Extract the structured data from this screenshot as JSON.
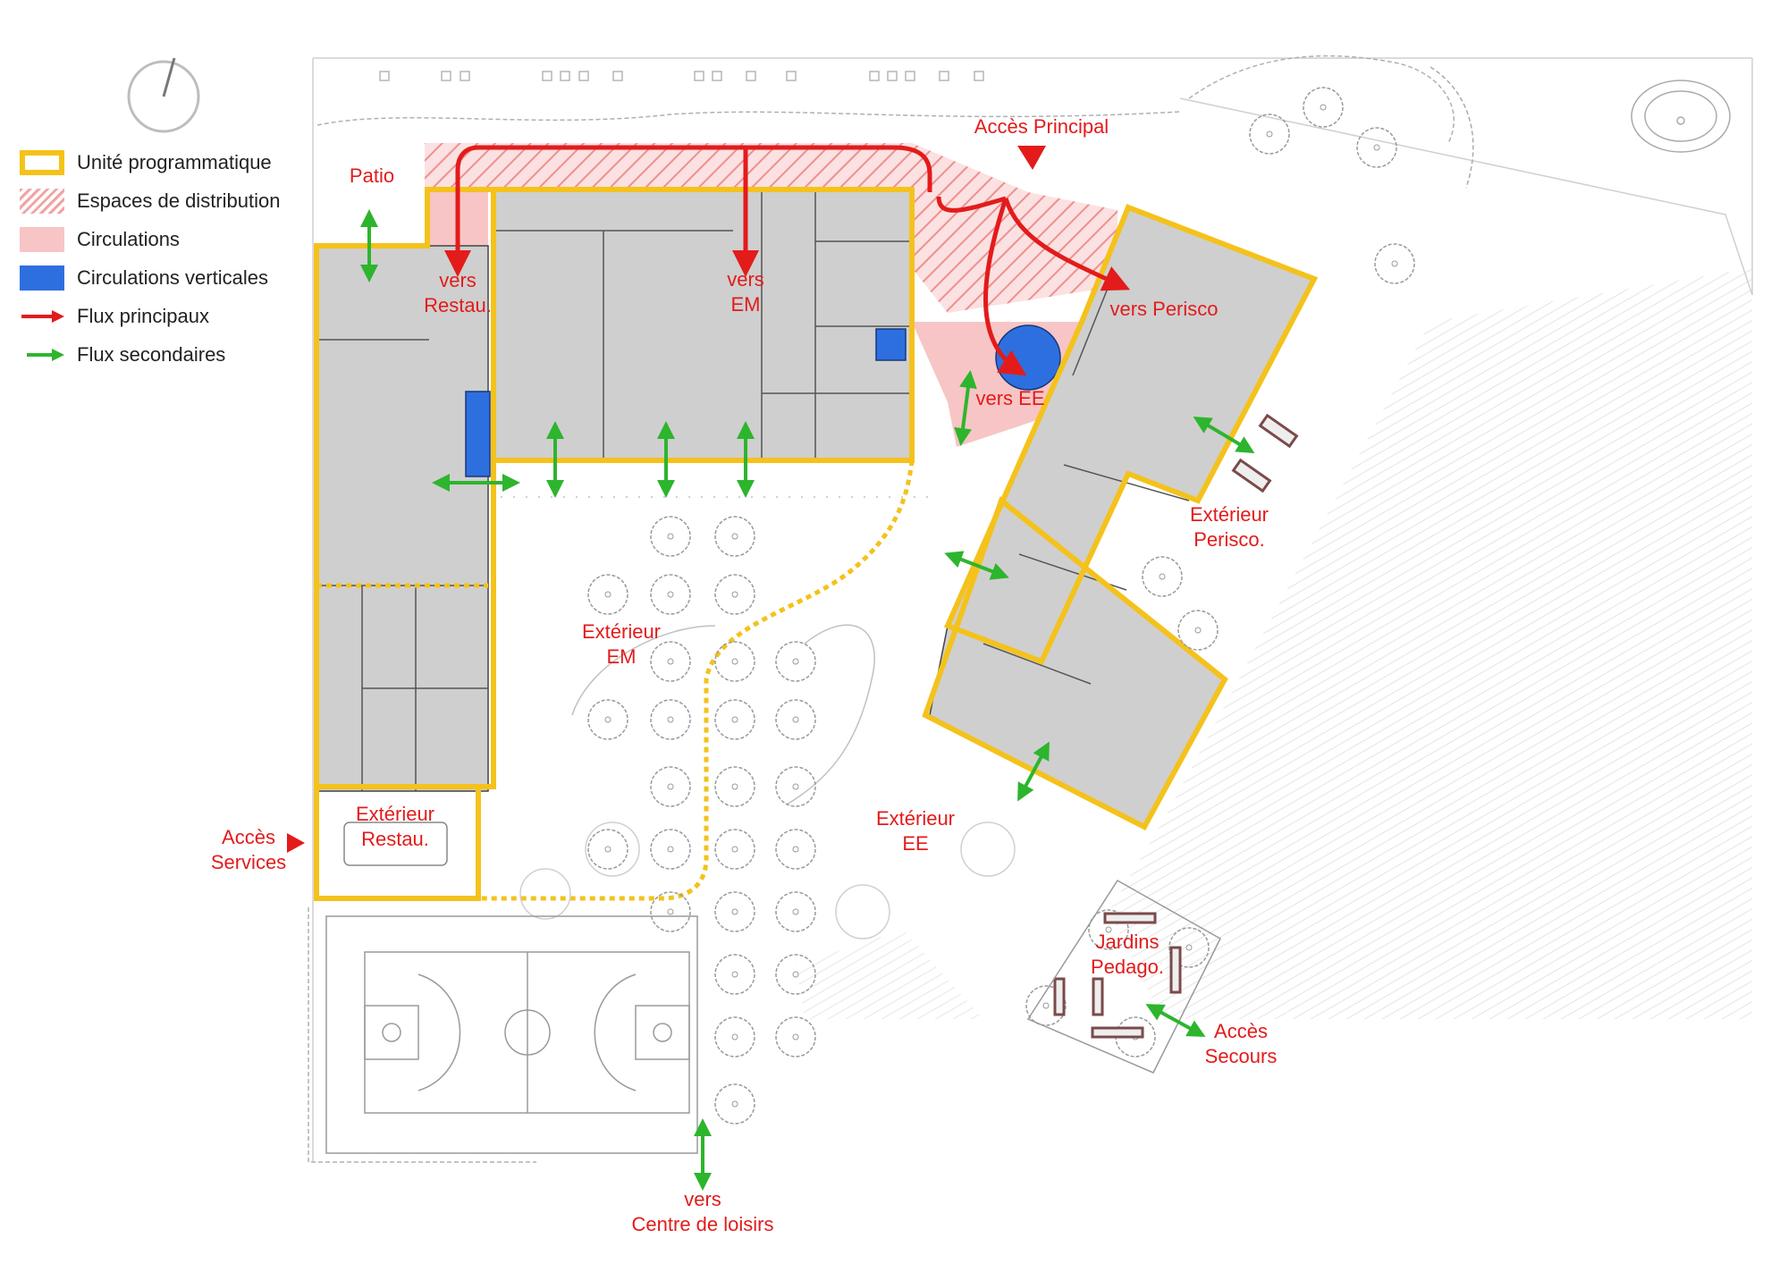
{
  "legend": {
    "items": [
      {
        "label": "Unité programmatique",
        "icon": "yellow-outline-swatch"
      },
      {
        "label": "Espaces de distribution",
        "icon": "red-hatch-swatch"
      },
      {
        "label": "Circulations",
        "icon": "pink-fill-swatch"
      },
      {
        "label": "Circulations verticales",
        "icon": "blue-fill-swatch"
      },
      {
        "label": "Flux principaux",
        "icon": "red-arrow"
      },
      {
        "label": "Flux secondaires",
        "icon": "green-double-arrow"
      }
    ]
  },
  "labels": {
    "acces_principal": "Accès Principal",
    "patio": "Patio",
    "vers_restau_1": "vers",
    "vers_restau_2": "Restau.",
    "vers_em_1": "vers",
    "vers_em_2": "EM",
    "vers_perisco": "vers Perisco",
    "vers_ee": "vers EE",
    "exterieur_perisco_1": "Extérieur",
    "exterieur_perisco_2": "Perisco.",
    "exterieur_em_1": "Extérieur",
    "exterieur_em_2": "EM",
    "exterieur_ee_1": "Extérieur",
    "exterieur_ee_2": "EE",
    "exterieur_restau_1": "Extérieur",
    "exterieur_restau_2": "Restau.",
    "acces_services_1": "Accès",
    "acces_services_2": "Services",
    "jardins_pedago_1": "Jardins",
    "jardins_pedago_2": "Pedago.",
    "acces_secours_1": "Accès",
    "acces_secours_2": "Secours",
    "vers_centre_1": "vers",
    "vers_centre_2": "Centre de loisirs"
  },
  "colors": {
    "unit_outline": "#f4c21b",
    "distribution_hatch": "#f2a3a3",
    "circulation": "#f7c5c5",
    "vertical_circulation": "#2e6fe0",
    "main_flow": "#e31b1b",
    "secondary_flow": "#2db52d",
    "building_fill": "#cfcfcf",
    "label_text": "#e31b1b"
  }
}
